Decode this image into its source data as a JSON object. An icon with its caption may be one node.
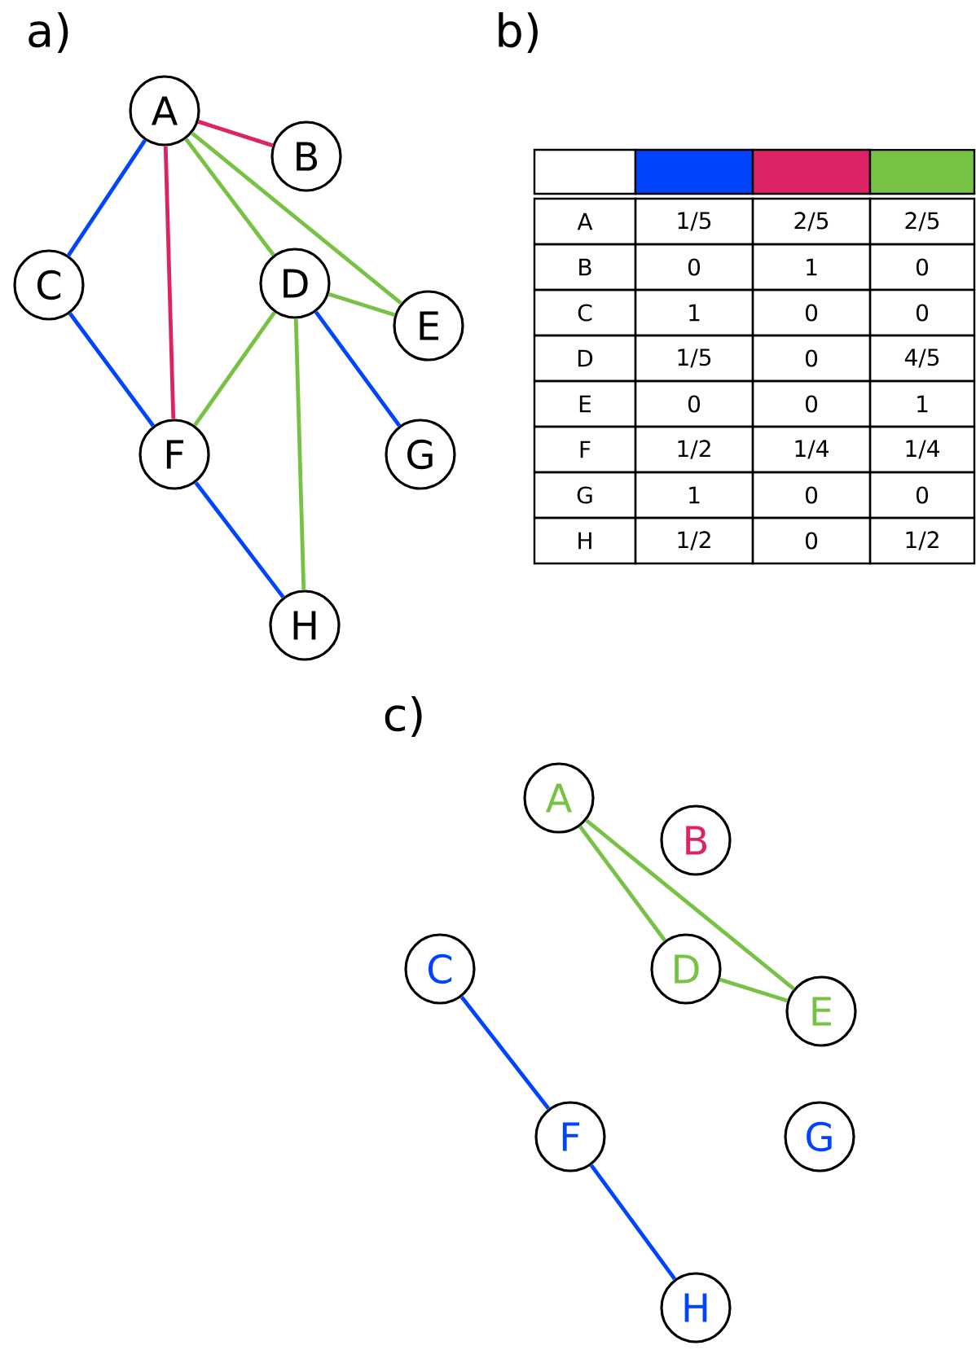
{
  "diagram": {
    "nodes": [
      {
        "text": [
          "A"
        ]
      },
      {
        "text": [
          "B"
        ]
      },
      {
        "text": [
          "C"
        ]
      },
      {
        "text": [
          "D"
        ]
      },
      {
        "text": [
          "E"
        ]
      },
      {
        "text": [
          "F"
        ]
      },
      {
        "text": [
          "G"
        ]
      },
      {
        "text": [
          "H"
        ]
      },
      {
        "text": [
          "A"
        ]
      },
      {
        "text": [
          "B"
        ]
      },
      {
        "text": [
          "C"
        ]
      },
      {
        "text": [
          "D"
        ]
      },
      {
        "text": [
          "E"
        ]
      },
      {
        "text": [
          "F"
        ]
      },
      {
        "text": [
          "G"
        ]
      },
      {
        "text": [
          "H"
        ]
      }
    ],
    "edges": [
      {
        "from": 0,
        "to": 1,
        "arrow": "none",
        "color": "#dd2266"
      },
      {
        "from": 0,
        "to": 2,
        "arrow": "none",
        "color": "#0044ff"
      },
      {
        "from": 0,
        "to": 5,
        "arrow": "none",
        "color": "#dd2266"
      },
      {
        "from": 0,
        "to": 3,
        "arrow": "none",
        "color": "#77c244"
      },
      {
        "from": 0,
        "to": 4,
        "arrow": "none",
        "color": "#77c244"
      },
      {
        "from": 2,
        "to": 5,
        "arrow": "none",
        "color": "#0044ff"
      },
      {
        "from": 3,
        "to": 4,
        "arrow": "none",
        "color": "#77c244"
      },
      {
        "from": 3,
        "to": 5,
        "arrow": "none",
        "color": "#77c244"
      },
      {
        "from": 3,
        "to": 7,
        "arrow": "none",
        "color": "#77c244"
      },
      {
        "from": 3,
        "to": 6,
        "arrow": "none",
        "color": "#0044ff"
      },
      {
        "from": 5,
        "to": 7,
        "arrow": "none",
        "color": "#0044ff"
      },
      {
        "from": 8,
        "to": 11,
        "arrow": "none",
        "color": "#77c244"
      },
      {
        "from": 8,
        "to": 12,
        "arrow": "none",
        "color": "#77c244"
      },
      {
        "from": 11,
        "to": 12,
        "arrow": "none",
        "color": "#77c244"
      },
      {
        "from": 10,
        "to": 13,
        "arrow": "none",
        "color": "#0044ff"
      },
      {
        "from": 13,
        "to": 15,
        "arrow": "none",
        "color": "#0044ff"
      }
    ],
    "labels": [
      "a)",
      "b)",
      "c)",
      "A",
      "1/5",
      "2/5",
      "2/5",
      "B",
      "0",
      "1",
      "0",
      "C",
      "1",
      "0",
      "0",
      "D",
      "1/5",
      "0",
      "4/5",
      "E",
      "0",
      "0",
      "1",
      "F",
      "1/2",
      "1/4",
      "1/4",
      "G",
      "1",
      "0",
      "0",
      "H",
      "1/2",
      "0",
      "1/2"
    ]
  }
}
